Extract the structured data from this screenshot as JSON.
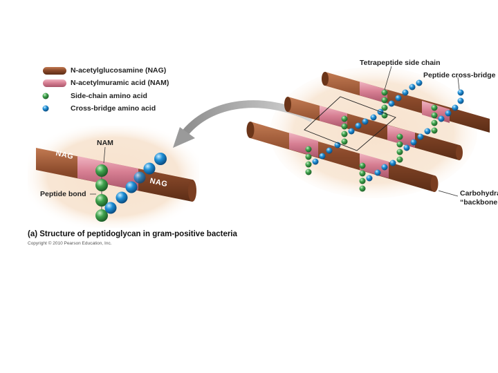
{
  "legend": {
    "items": [
      {
        "label": "N-acetylglucosamine (NAG)",
        "kind": "tube",
        "color": "#8b4a2b"
      },
      {
        "label": "N-acetylmuramic acid (NAM)",
        "kind": "tube",
        "color": "#d77f93"
      },
      {
        "label": "Side-chain amino acid",
        "kind": "bead",
        "color": "#3fa34d"
      },
      {
        "label": "Cross-bridge amino acid",
        "kind": "bead",
        "color": "#1f8fd6"
      }
    ]
  },
  "inset": {
    "nam_label": "NAM",
    "nag_label_left": "NAG",
    "nag_label_right": "NAG",
    "peptide_bond_label": "Peptide bond"
  },
  "lattice": {
    "tetrapeptide_label": "Tetrapeptide side chain",
    "cross_bridge_label": "Peptide cross-bridge",
    "backbone_label_line1": "Carbohydra",
    "backbone_label_line2": "“backbone"
  },
  "caption": {
    "part": "(a)",
    "text": "Structure of peptidoglycan in gram-positive bacteria"
  },
  "copyright": "Copyright © 2010 Pearson Education, Inc.",
  "colors": {
    "nag": "#8b4a2b",
    "nam": "#d77f93",
    "side_chain": "#3fa34d",
    "cross_bridge": "#1f8fd6",
    "glow": "#f3d9c2",
    "arrow": "#b8b8b8"
  }
}
